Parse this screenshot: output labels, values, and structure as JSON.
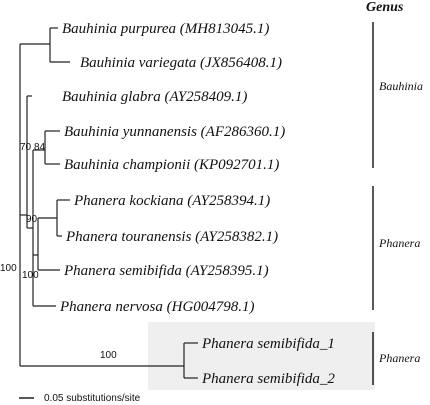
{
  "header": {
    "title": "Genus"
  },
  "taxa": [
    "Bauhinia purpurea (MH813045.1)",
    "Bauhinia variegata (JX856408.1)",
    "Bauhinia glabra (AY258409.1)",
    "Bauhinia yunnanensis (AF286360.1)",
    "Bauhinia championii (KP092701.1)",
    "Phanera kockiana (AY258394.1)",
    "Phanera touranensis (AY258382.1)",
    "Phanera semibifida (AY258395.1)",
    "Phanera nervosa (HG004798.1)",
    "Phanera semibifida_1",
    "Phanera semibifida_2"
  ],
  "support_values": {
    "n70": "70",
    "n84": "84",
    "n90": "90",
    "n100a": "100",
    "n100b": "100",
    "n100c": "100"
  },
  "genus_groups": [
    "Bauhinia",
    "Phanera",
    "Phanera"
  ],
  "scale_bar": {
    "label": "0.05 substitutions/site"
  },
  "colors": {
    "highlight_box": "#efefef",
    "line": "#222222"
  }
}
